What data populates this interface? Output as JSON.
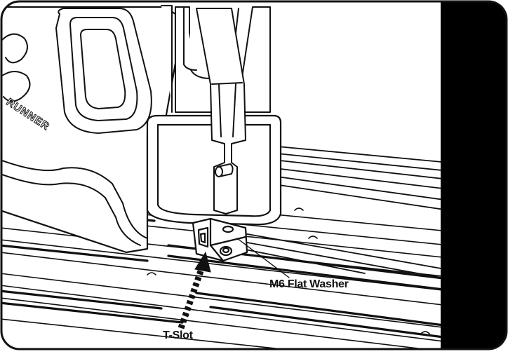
{
  "callouts": {
    "washer": "M6 Flat Washer",
    "tslot": "T-Slot"
  },
  "brand_text": "RUNNER",
  "colors": {
    "line": "#111111",
    "side_panel": "#000000",
    "background": "#ffffff"
  }
}
